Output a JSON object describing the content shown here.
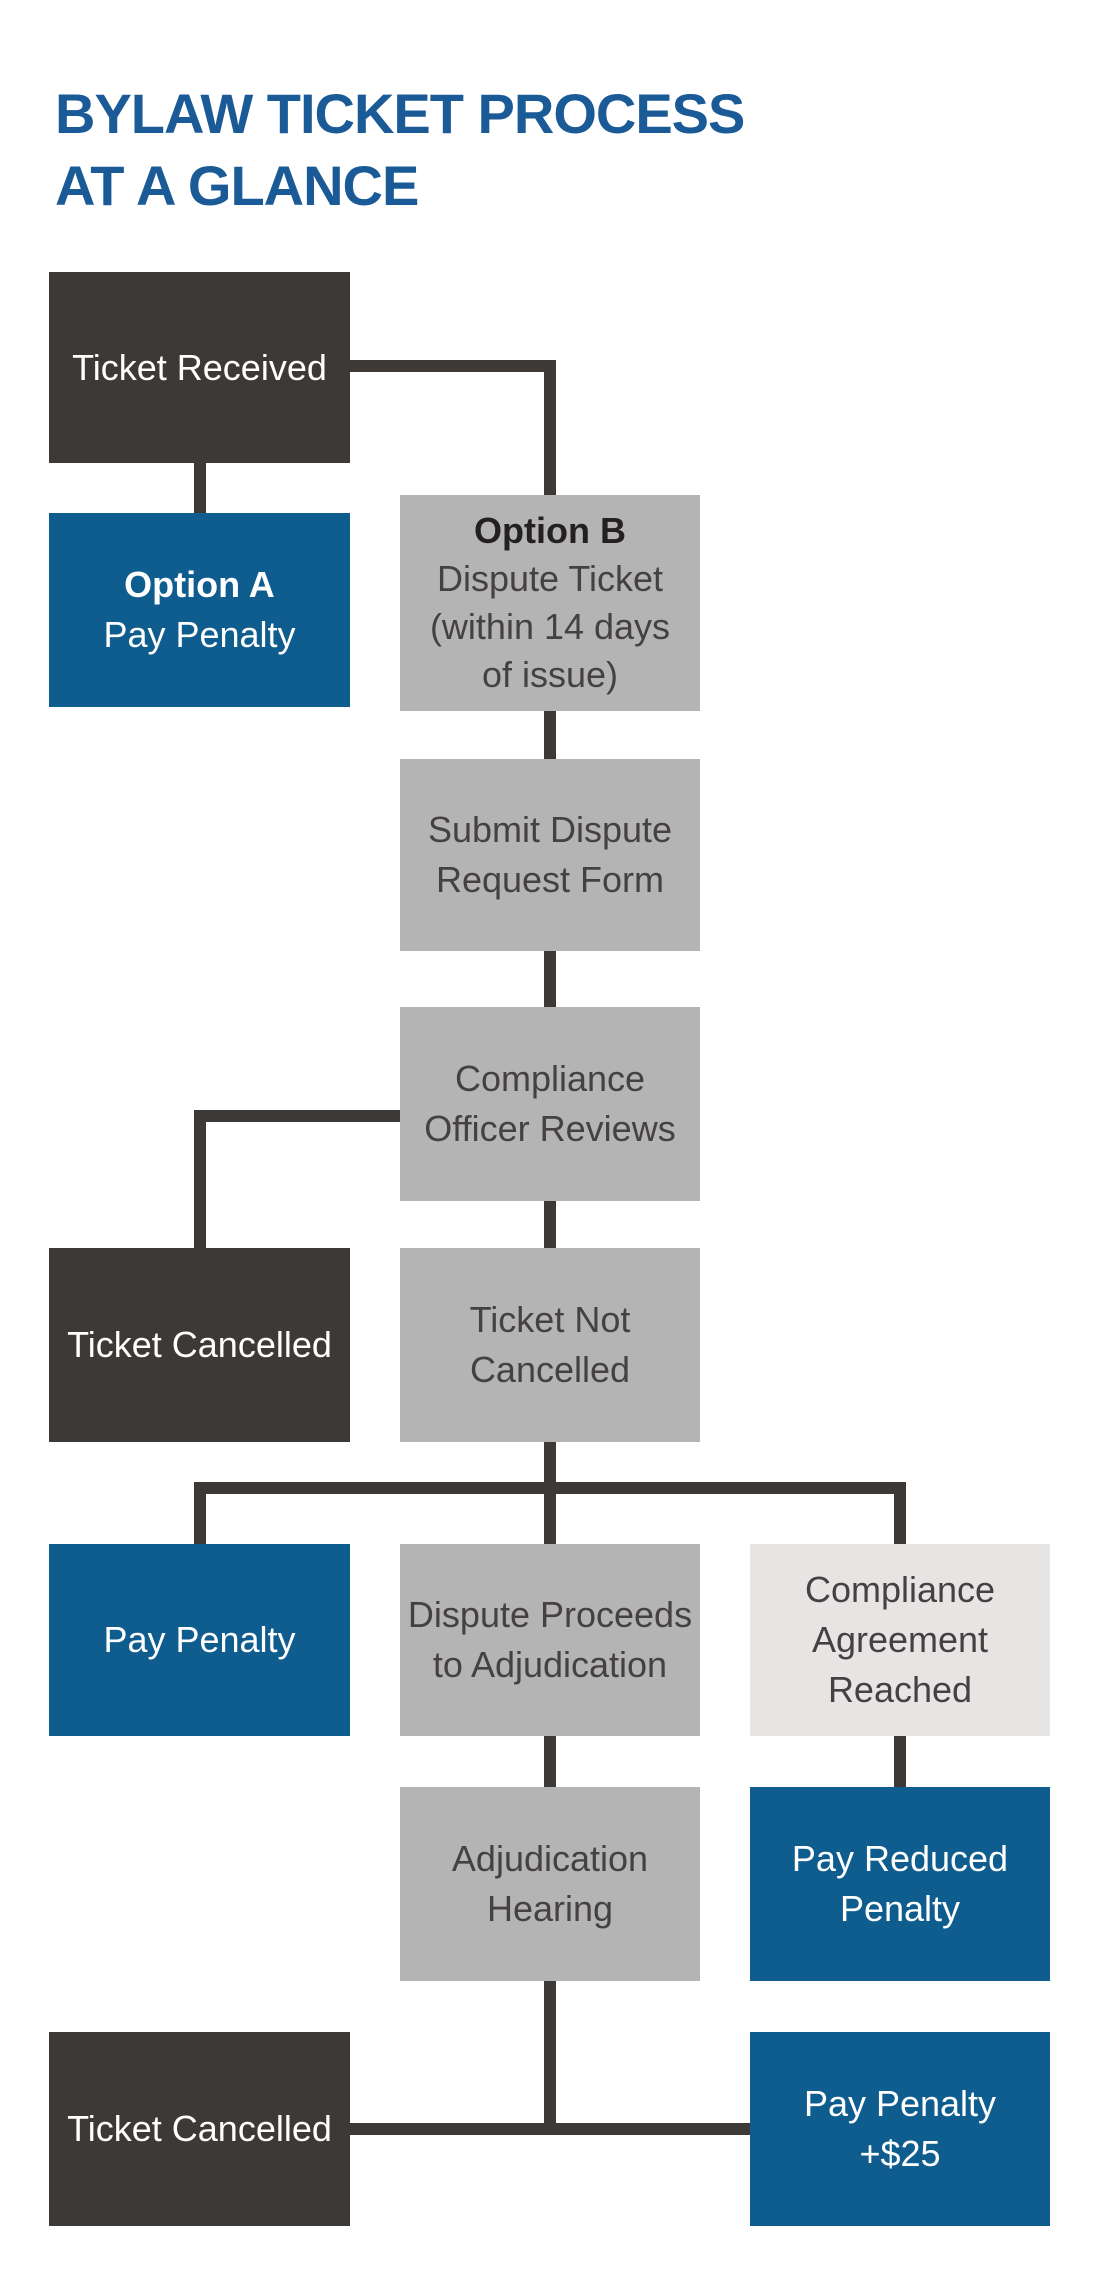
{
  "title": {
    "line1": "BYLAW TICKET PROCESS",
    "line2": "AT A GLANCE"
  },
  "colors": {
    "title_blue": "#1A5A96",
    "box_blue": "#0F5D8F",
    "box_dark": "#3D3936",
    "box_gray": "#B5B4B4",
    "box_light_gray": "#E6E5E4",
    "connector": "#3D3936",
    "text_on_dark": "#FFFFFF",
    "text_on_gray": "#454142"
  },
  "nodes": {
    "ticket_received": {
      "variant": "dark",
      "lines": [
        "Ticket Received"
      ]
    },
    "option_a": {
      "variant": "blue",
      "heading": "Option A",
      "lines": [
        "Pay Penalty"
      ]
    },
    "option_b": {
      "variant": "gray",
      "heading": "Option B",
      "lines": [
        "Dispute Ticket",
        "(within 14 days",
        "of issue)"
      ]
    },
    "submit_dispute": {
      "variant": "gray",
      "lines": [
        "Submit Dispute",
        "Request Form"
      ]
    },
    "compliance_reviews": {
      "variant": "gray",
      "lines": [
        "Compliance",
        "Officer Reviews"
      ]
    },
    "ticket_cancelled_1": {
      "variant": "dark",
      "lines": [
        "Ticket Cancelled"
      ]
    },
    "ticket_not_cancelled": {
      "variant": "gray",
      "lines": [
        "Ticket Not",
        "Cancelled"
      ]
    },
    "pay_penalty": {
      "variant": "blue",
      "lines": [
        "Pay Penalty"
      ]
    },
    "dispute_proceeds": {
      "variant": "gray",
      "lines": [
        "Dispute Proceeds",
        "to Adjudication"
      ]
    },
    "compliance_agreement": {
      "variant": "lightgray",
      "lines": [
        "Compliance",
        "Agreement",
        "Reached"
      ]
    },
    "adjudication_hearing": {
      "variant": "gray",
      "lines": [
        "Adjudication",
        "Hearing"
      ]
    },
    "pay_reduced_penalty": {
      "variant": "blue",
      "lines": [
        "Pay Reduced",
        "Penalty"
      ]
    },
    "ticket_cancelled_2": {
      "variant": "dark",
      "lines": [
        "Ticket Cancelled"
      ]
    },
    "pay_penalty_25": {
      "variant": "blue",
      "lines": [
        "Pay Penalty",
        "+$25"
      ]
    }
  },
  "edges": [
    {
      "from": "ticket_received",
      "to": "option_a"
    },
    {
      "from": "ticket_received",
      "to": "option_b"
    },
    {
      "from": "option_b",
      "to": "submit_dispute"
    },
    {
      "from": "submit_dispute",
      "to": "compliance_reviews"
    },
    {
      "from": "compliance_reviews",
      "to": "ticket_cancelled_1"
    },
    {
      "from": "compliance_reviews",
      "to": "ticket_not_cancelled"
    },
    {
      "from": "ticket_not_cancelled",
      "to": "pay_penalty"
    },
    {
      "from": "ticket_not_cancelled",
      "to": "dispute_proceeds"
    },
    {
      "from": "ticket_not_cancelled",
      "to": "compliance_agreement"
    },
    {
      "from": "dispute_proceeds",
      "to": "adjudication_hearing"
    },
    {
      "from": "compliance_agreement",
      "to": "pay_reduced_penalty"
    },
    {
      "from": "adjudication_hearing",
      "to": "ticket_cancelled_2"
    },
    {
      "from": "adjudication_hearing",
      "to": "pay_penalty_25"
    }
  ]
}
